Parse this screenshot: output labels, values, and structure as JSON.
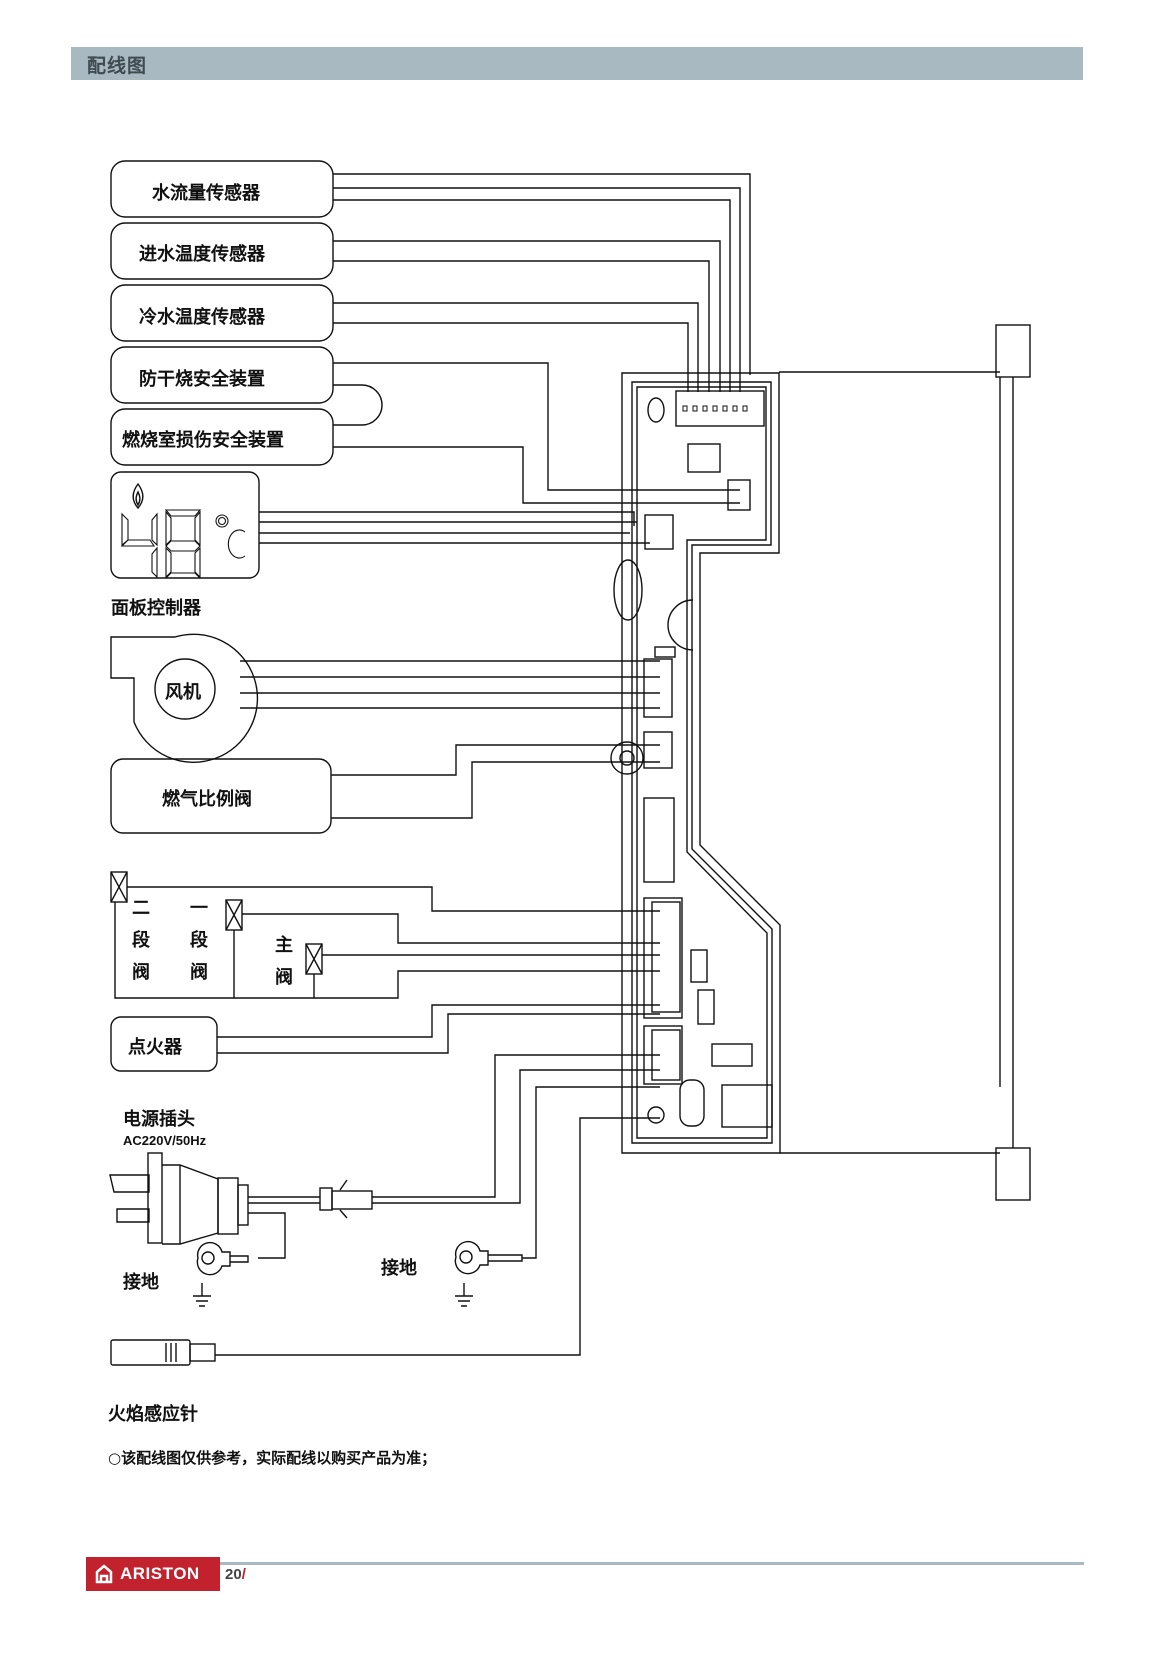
{
  "header": {
    "title": "配线图",
    "color": "#a9b9c1"
  },
  "components": {
    "water_flow_sensor": "水流量传感器",
    "inlet_temp_sensor": "进水温度传感器",
    "cold_water_temp_sensor": "冷水温度传感器",
    "dry_burn_safety": "防干烧安全装置",
    "combustion_chamber_safety": "燃烧室损伤安全装置",
    "panel_controller": "面板控制器",
    "panel_display_value": "48",
    "panel_display_unit": "°C",
    "fan": "风机",
    "gas_proportional_valve": "燃气比例阀",
    "valve_stage2": [
      "二",
      "段",
      "阀"
    ],
    "valve_stage1": [
      "一",
      "段",
      "阀"
    ],
    "main_valve": [
      "主",
      "阀"
    ],
    "igniter": "点火器",
    "power_plug": "电源插头",
    "power_spec": "AC220V/50Hz",
    "ground_1": "接地",
    "ground_2": "接地",
    "flame_sensor": "火焰感应针"
  },
  "note": "○该配线图仅供参考，实际配线以购买产品为准；",
  "footer": {
    "brand": "ARISTON",
    "brand_color": "#c1222e",
    "page_number": "20",
    "page_suffix": "/"
  }
}
